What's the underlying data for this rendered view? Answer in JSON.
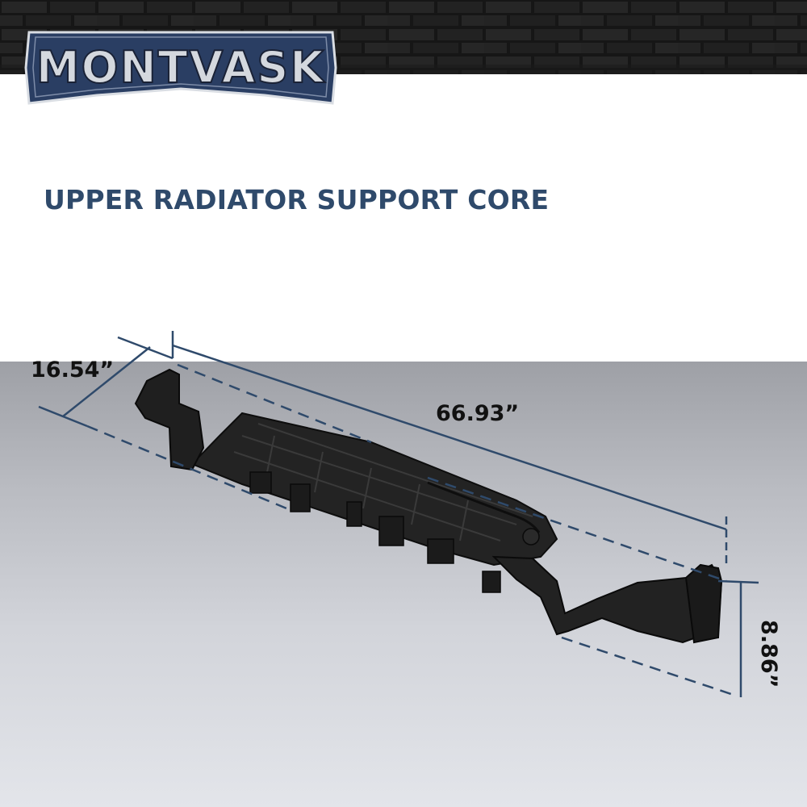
{
  "brand": {
    "name": "MONTVASK",
    "colors": {
      "navy": "#2a3e63",
      "silver": "#c9ced6",
      "title": "#2f4a6b"
    }
  },
  "product": {
    "title": "UPPER RADIATOR SUPPORT CORE"
  },
  "dimensions": {
    "depth": "16.54”",
    "length": "66.93”",
    "height": "8.86”"
  },
  "icons": [
    "brick-wall",
    "product-part",
    "dimension-lines"
  ]
}
